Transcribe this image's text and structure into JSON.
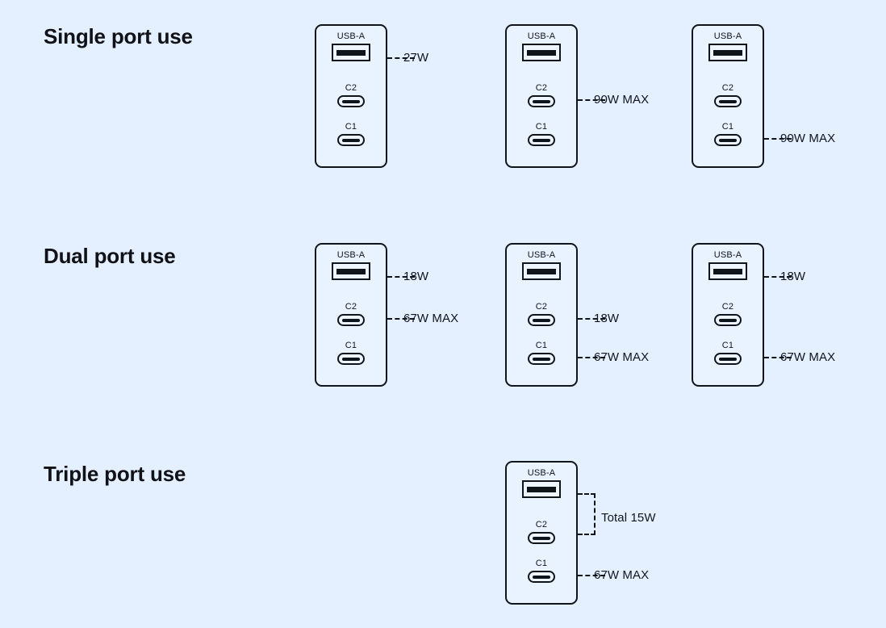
{
  "page": {
    "background_color": "#e4efff",
    "line_color": "#10151c"
  },
  "sections": [
    {
      "id": "single",
      "heading": "Single port use"
    },
    {
      "id": "dual",
      "heading": "Dual port use"
    },
    {
      "id": "triple",
      "heading": "Triple port use"
    }
  ],
  "port_labels": {
    "usb_a": "USB-A",
    "c2": "C2",
    "c1": "C1"
  },
  "diagram_data": {
    "type": "diagram",
    "title": "USB charger port power allocation",
    "devices": [
      {
        "section": "single",
        "index": 0,
        "ports": [
          "USB-A",
          "C2",
          "C1"
        ],
        "annotations": [
          {
            "anchor": "USB-A",
            "text": "27W"
          }
        ]
      },
      {
        "section": "single",
        "index": 1,
        "ports": [
          "USB-A",
          "C2",
          "C1"
        ],
        "annotations": [
          {
            "anchor": "C2",
            "text": "90W MAX"
          }
        ]
      },
      {
        "section": "single",
        "index": 2,
        "ports": [
          "USB-A",
          "C2",
          "C1"
        ],
        "annotations": [
          {
            "anchor": "C1",
            "text": "90W MAX"
          }
        ]
      },
      {
        "section": "dual",
        "index": 0,
        "ports": [
          "USB-A",
          "C2",
          "C1"
        ],
        "annotations": [
          {
            "anchor": "USB-A",
            "text": "18W"
          },
          {
            "anchor": "C2",
            "text": "67W MAX"
          }
        ]
      },
      {
        "section": "dual",
        "index": 1,
        "ports": [
          "USB-A",
          "C2",
          "C1"
        ],
        "annotations": [
          {
            "anchor": "C2",
            "text": "18W"
          },
          {
            "anchor": "C1",
            "text": "67W MAX"
          }
        ]
      },
      {
        "section": "dual",
        "index": 2,
        "ports": [
          "USB-A",
          "C2",
          "C1"
        ],
        "annotations": [
          {
            "anchor": "USB-A",
            "text": "18W"
          },
          {
            "anchor": "C1",
            "text": "67W MAX"
          }
        ]
      },
      {
        "section": "triple",
        "index": 0,
        "ports": [
          "USB-A",
          "C2",
          "C1"
        ],
        "annotations": [
          {
            "anchor": "USB-A+C2",
            "text": "Total 15W",
            "style": "bracket"
          },
          {
            "anchor": "C1",
            "text": "67W MAX"
          }
        ]
      }
    ]
  },
  "labels": {
    "single_1_usba": "27W",
    "single_2_c2": "90W MAX",
    "single_3_c1": "90W MAX",
    "dual_1_usba": "18W",
    "dual_1_c2": "67W MAX",
    "dual_2_c2": "18W",
    "dual_2_c1": "67W MAX",
    "dual_3_usba": "18W",
    "dual_3_c1": "67W MAX",
    "triple_bracket": "Total 15W",
    "triple_c1": "67W MAX"
  }
}
